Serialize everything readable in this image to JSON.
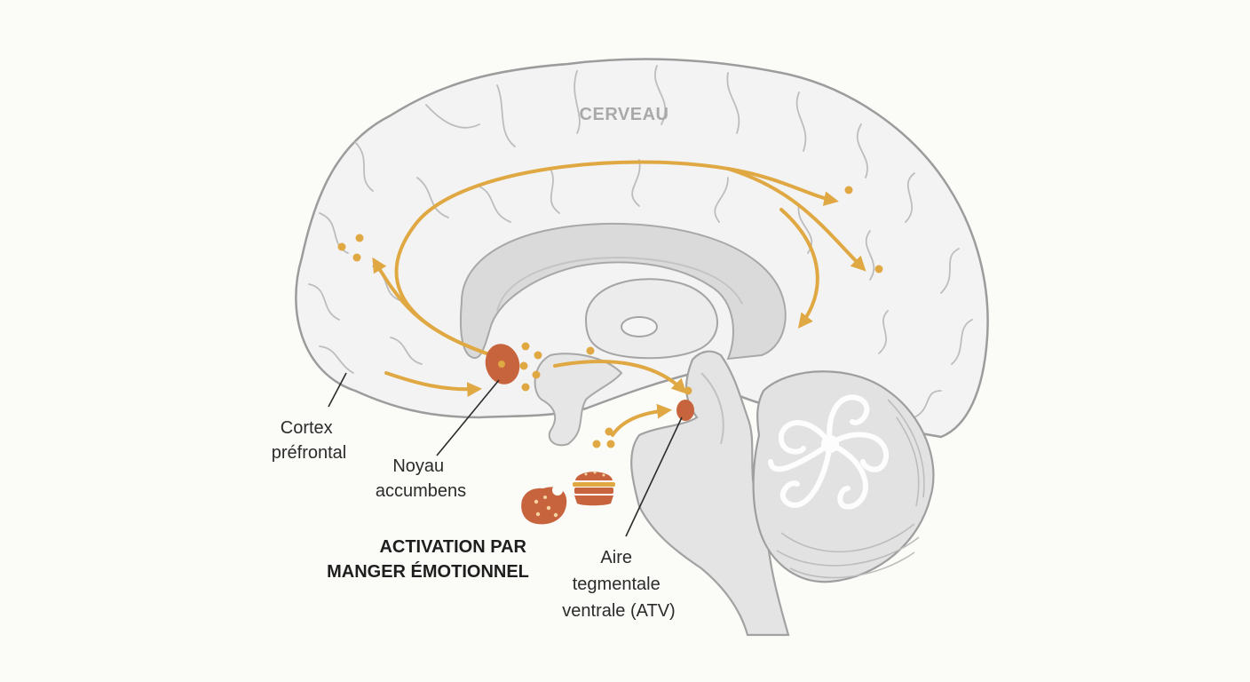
{
  "diagram": {
    "title": "CERVEAU",
    "labels": {
      "cortex": [
        "Cortex",
        "préfrontal"
      ],
      "accumbens": [
        "Noyau",
        "accumbens"
      ],
      "atv": [
        "Aire",
        "tegmentale",
        "ventrale (ATV)"
      ]
    },
    "caption": [
      "ACTIVATION PAR",
      "MANGER ÉMOTIONNEL"
    ],
    "icons": [
      "cookie-icon",
      "burger-icon"
    ],
    "colors": {
      "pathway": "#e0a843",
      "nucleus": "#c8643d",
      "outline": "#9a9a9a",
      "brain_fill": "#f2f2f2",
      "inner_fill": "#dcdcdc"
    }
  }
}
